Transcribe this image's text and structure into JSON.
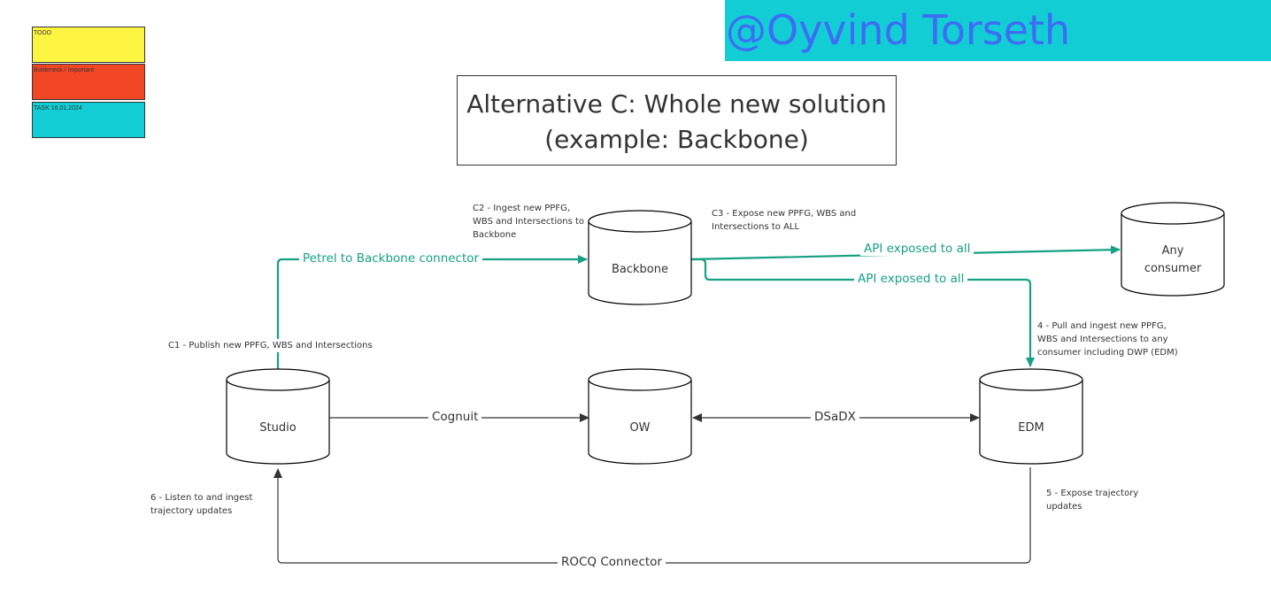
{
  "legend": {
    "items": [
      {
        "label": "TODO",
        "color": "#fef542"
      },
      {
        "label": "Bottleneck / Important",
        "color": "#f24726"
      },
      {
        "label": "TASK 16.01.2024",
        "color": "#12cdd4"
      }
    ]
  },
  "banner": {
    "text": "@Oyvind Torseth",
    "bg_color": "#12cdd4",
    "text_color": "#3d6cf5"
  },
  "title": {
    "line1": "Alternative C: Whole new solution",
    "line2": "(example: Backbone)"
  },
  "databases": {
    "backbone": "Backbone",
    "any_consumer_line1": "Any",
    "any_consumer_line2": "consumer",
    "studio": "Studio",
    "ow": "OW",
    "edm": "EDM"
  },
  "connectors": {
    "petrel_backbone": "Petrel to Backbone connector",
    "api_all_1": "API exposed to all",
    "api_all_2": "API exposed to all",
    "cognuit": "Cognuit",
    "dsadx": "DSaDX",
    "rocq": "ROCQ Connector"
  },
  "notes": {
    "c2": [
      "C2 - Ingest new PPFG,",
      "WBS and Intersections to",
      "Backbone"
    ],
    "c3": [
      "C3 - Expose new PPFG, WBS and",
      "Intersections to ALL"
    ],
    "c1": "C1 - Publish new PPFG, WBS and Intersections",
    "n4": [
      "4 - Pull and ingest new PPFG,",
      "WBS and Intersections to any",
      "consumer including DWP (EDM)"
    ],
    "n5": [
      "5 - Expose trajectory",
      "updates"
    ],
    "n6": [
      "6 - Listen to and ingest",
      "trajectory updates"
    ]
  },
  "colors": {
    "green": "#16a085",
    "line": "#333333"
  }
}
